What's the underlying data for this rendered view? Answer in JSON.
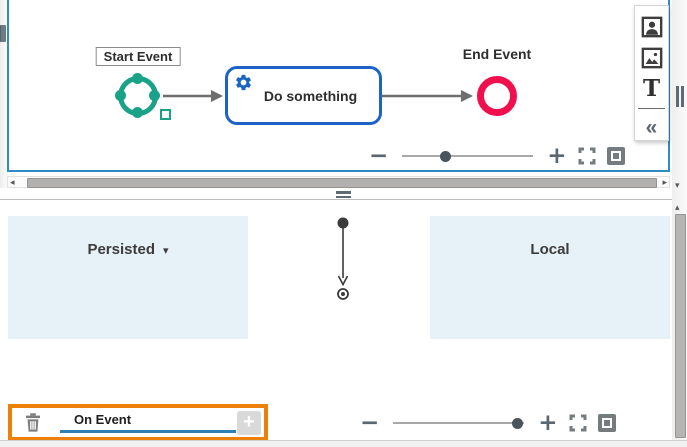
{
  "diagram": {
    "start_event": {
      "label": "Start Event"
    },
    "task": {
      "label": "Do something"
    },
    "end_event": {
      "label": "End Event"
    }
  },
  "palette": {
    "text_tool_glyph": "T",
    "collapse_glyph": "«"
  },
  "zoom_controls": {
    "top": {
      "minus": "−",
      "plus": "+",
      "value_pct": 33
    },
    "bottom": {
      "minus": "−",
      "plus": "+",
      "value_pct": 95
    }
  },
  "context_panel": {
    "persisted_label": "Persisted",
    "persisted_caret": "▾",
    "local_label": "Local"
  },
  "event_bar": {
    "name": "On Event",
    "add_glyph": "+"
  },
  "scroll_glyphs": {
    "left": "◂",
    "right": "▸",
    "up": "▴",
    "down": "▾"
  },
  "colors": {
    "canvas_border": "#2e8bc6",
    "start_event": "#19a287",
    "end_event": "#f0104d",
    "task_border": "#1b63c5",
    "column_bg": "#e7f1f8",
    "highlight_orange": "#ED8008",
    "field_underline": "#2e7fb5",
    "control_icon": "#5b6770"
  }
}
